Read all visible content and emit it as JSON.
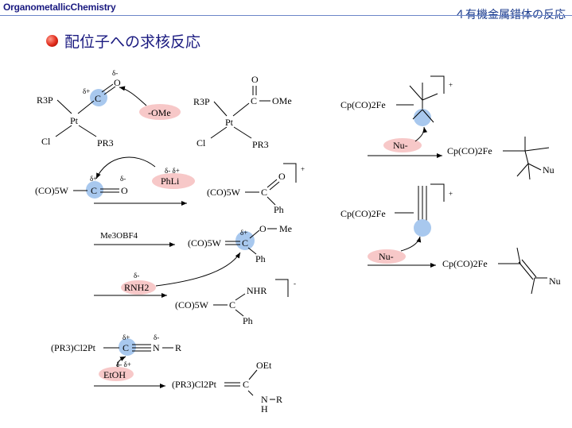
{
  "header": {
    "left_label": "OrganometallicChemistry",
    "right_label": "４有機金属錯体の反応"
  },
  "slide": {
    "title": "配位子への求核反応"
  },
  "colors": {
    "highlight_blue": "#a8c8ee",
    "highlight_pink": "#f7c8c8",
    "bullet_red": "#e02a1a",
    "title_blue": "#1a1a80"
  },
  "reactions": {
    "r1": {
      "reactant_ligand": "R3P",
      "reactant_carbon": "C",
      "reactant_O": "O",
      "dminus": "δ-",
      "dplus": "δ+",
      "metal": "Pt",
      "cl": "Cl",
      "ligand2": "PR3",
      "nucleophile": "-OMe",
      "p_ligand": "R3P",
      "p_O": "O",
      "p_C": "C",
      "p_group": "OMe",
      "p_metal": "Pt",
      "p_cl": "Cl",
      "p_ligand2": "PR3"
    },
    "r2": {
      "metal_frag": "(CO)5W",
      "carbon": "C",
      "oxygen": "O",
      "dplus": "δ+",
      "dminus": "δ-",
      "reagent": "PhLi",
      "reagent_delta": "δ-  δ+",
      "p_frag": "(CO)5W",
      "p_C": "C",
      "p_O": "O",
      "p_Ph": "Ph",
      "charge": "+"
    },
    "r3": {
      "reagent": "Me3OBF4",
      "p_frag": "(CO)5W",
      "p_C": "C",
      "p_O": "O",
      "p_Me": "Me",
      "p_Ph": "Ph",
      "dplus": "δ+",
      "amine": "RNH2",
      "amine_delta": "δ-",
      "q_frag": "(CO)5W",
      "q_C": "C",
      "q_NHR": "NHR",
      "q_Ph": "Ph",
      "charge": "-"
    },
    "r4": {
      "metal_frag": "(PR3)Cl2Pt",
      "carbon": "C",
      "nitrogen": "N",
      "R": "R",
      "dplus": "δ+",
      "dminus": "δ-",
      "reagent": "EtOH",
      "reagent_delta": "δ-  δ+",
      "p_frag": "(PR3)Cl2Pt",
      "p_C": "C",
      "p_OEt": "OEt",
      "p_N": "N",
      "p_R": "R",
      "p_H": "H"
    },
    "r5": {
      "metal_frag": "Cp(CO)2Fe",
      "nucleophile": "Nu-",
      "charge": "+",
      "p_frag": "Cp(CO)2Fe",
      "p_Nu": "Nu"
    },
    "r6": {
      "metal_frag": "Cp(CO)2Fe",
      "nucleophile": "Nu-",
      "charge": "+",
      "p_frag": "Cp(CO)2Fe",
      "p_Nu": "Nu"
    }
  }
}
